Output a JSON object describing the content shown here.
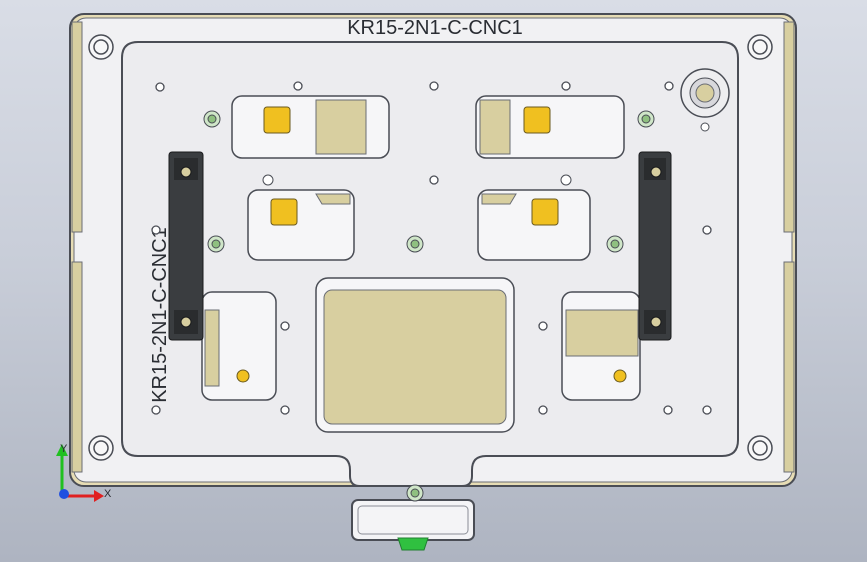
{
  "model": {
    "top_engraving": "KR15-2N1-C-CNC1",
    "side_engraving": "KR15-2N1-C-CNC1"
  },
  "triad": {
    "x_label": "X",
    "y_label": "Y",
    "x_color": "#e02020",
    "y_color": "#20c020",
    "z_color": "#2050e0"
  },
  "colors": {
    "plate": "#ebebee",
    "plate_edge": "#4a4d55",
    "tan": "#d8cfa0",
    "brass": "#e0c070",
    "clamp": "#3a3d40",
    "gold_pad": "#f0c020",
    "green_tab": "#30c040"
  }
}
